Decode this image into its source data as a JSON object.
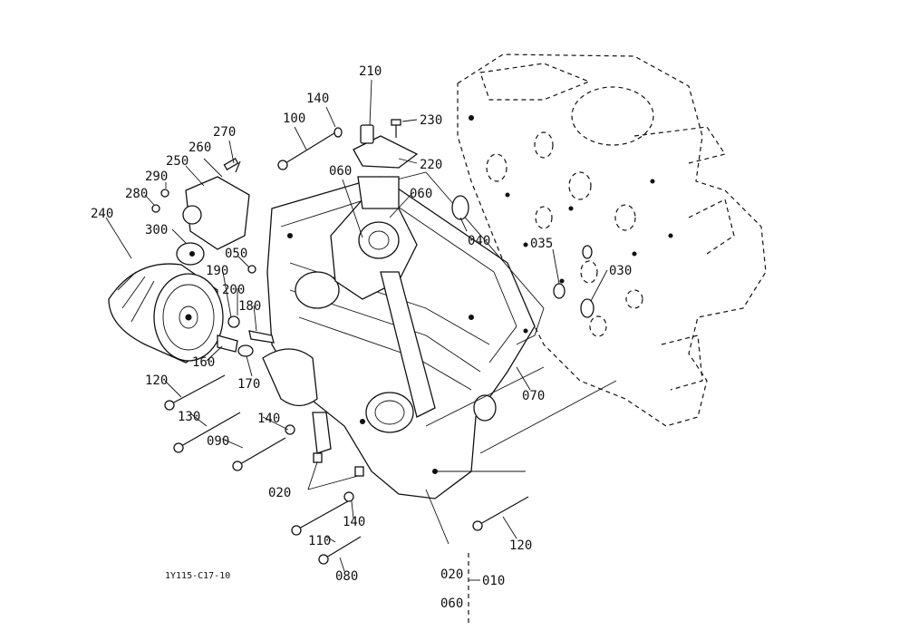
{
  "diagram": {
    "figure_code": "1Y115-C17-10",
    "callouts": [
      "210",
      "140",
      "100",
      "230",
      "220",
      "270",
      "260",
      "250",
      "290",
      "280",
      "240",
      "300",
      "060",
      "060",
      "040",
      "035",
      "030",
      "050",
      "190",
      "200",
      "180",
      "160",
      "170",
      "120",
      "130",
      "140",
      "090",
      "070",
      "020",
      "140",
      "110",
      "080",
      "120",
      "020",
      "010",
      "060"
    ]
  }
}
